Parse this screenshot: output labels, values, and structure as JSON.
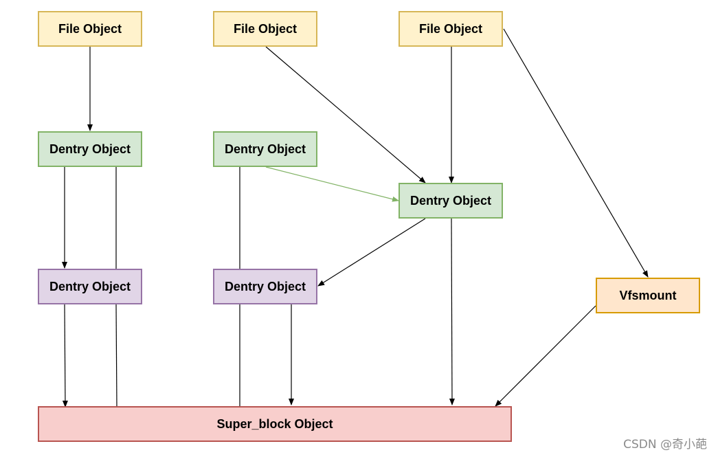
{
  "nodes": {
    "file1": "File Object",
    "file2": "File Object",
    "file3": "File Object",
    "dentry1": "Dentry Object",
    "dentry2": "Dentry Object",
    "dentry3": "Dentry Object",
    "dentry4": "Dentry Object",
    "dentry5": "Dentry Object",
    "vfsmount": "Vfsmount",
    "superblock": "Super_block Object"
  },
  "colors": {
    "file_fill": "#fff2cc",
    "file_border": "#d6b656",
    "dentry_green_fill": "#d5e8d4",
    "dentry_green_border": "#82b366",
    "dentry_purple_fill": "#e1d5e7",
    "dentry_purple_border": "#9673a6",
    "vfsmount_fill": "#ffe6cc",
    "vfsmount_border": "#d79b00",
    "superblock_fill": "#f8cecc",
    "superblock_border": "#b85450",
    "edge": "#000000",
    "edge_green": "#82b366"
  },
  "watermark": "CSDN @奇小葩"
}
